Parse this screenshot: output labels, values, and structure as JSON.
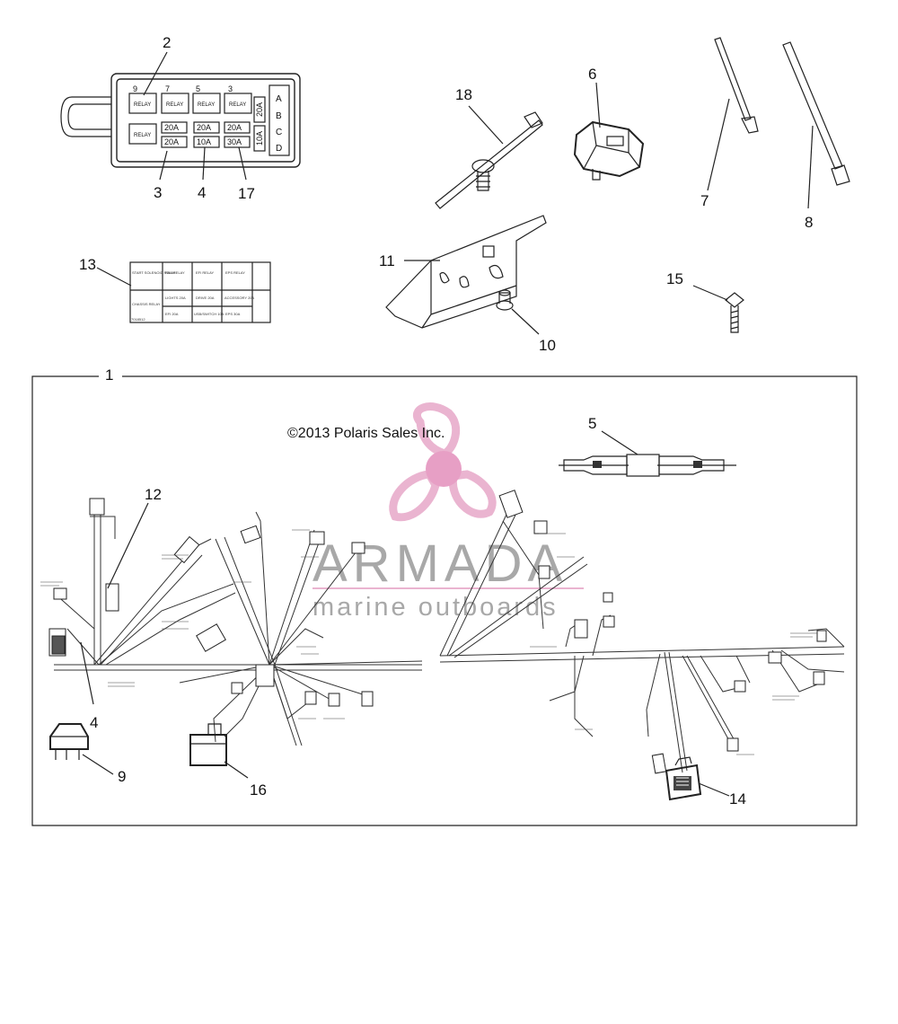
{
  "copyright": "©2013 Polaris Sales Inc.",
  "watermark": {
    "brand": "ARMADA",
    "tagline": "marine outboards",
    "logo_color": "#e7a7c8",
    "text_color": "#9a9a9a"
  },
  "callouts": {
    "c1": "1",
    "c2": "2",
    "c3": "3",
    "c4a": "4",
    "c4b": "4",
    "c5": "5",
    "c6": "6",
    "c7": "7",
    "c8": "8",
    "c9": "9",
    "c10": "10",
    "c11": "11",
    "c12": "12",
    "c13": "13",
    "c14": "14",
    "c15": "15",
    "c16": "16",
    "c17": "17",
    "c18": "18"
  },
  "fuse_box": {
    "numbers": [
      "9",
      "7",
      "5",
      "3"
    ],
    "relays": [
      "RELAY",
      "RELAY",
      "RELAY",
      "RELAY",
      "RELAY"
    ],
    "fuses": [
      "20A",
      "20A",
      "20A",
      "20A",
      "10A",
      "30A"
    ],
    "side_fuses": [
      "20A",
      "10A"
    ],
    "rows": [
      "A",
      "B",
      "C",
      "D"
    ]
  },
  "decal": {
    "top": [
      "START SOLENOID RELAY",
      "FAN RELAY",
      "EFI RELAY",
      "EPS RELAY"
    ],
    "bottom_left": "CHASSIS RELAY",
    "mid": [
      "LIGHTS 20A",
      "DRIVE 20A",
      "ACCESSORY 20A"
    ],
    "low": [
      "EFI 20A",
      "USB/SWITCH 10A",
      "EPS 30A"
    ],
    "part_no": "7018512"
  }
}
